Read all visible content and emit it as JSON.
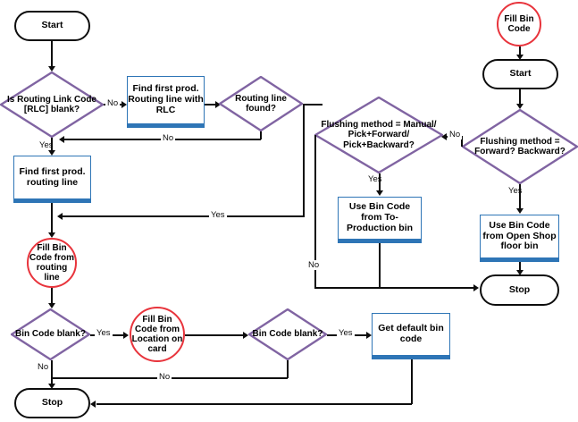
{
  "diagram": {
    "title": "Fill Bin Code flowchart",
    "colors": {
      "process_blue": "#2e75b6",
      "decision_purple": "#8064a2",
      "circle_red": "#e8343c",
      "terminator_black": "#0d0d0d",
      "connector_black": "#0d0d0d",
      "background": "#ffffff"
    }
  },
  "nodes": {
    "start_left": "Start",
    "is_rlc_blank": "Is Routing Link Code [RLC] blank?",
    "find_first_prod_routing_line_with_rlc": "Find first prod. Routing line with RLC",
    "routing_line_found": "Routing line found?",
    "find_first_prod_routing_line": "Find first prod. routing line",
    "fill_bin_code_from_routing_line": "Fill Bin Code from routing line",
    "bin_code_blank_1": "Bin Code blank?",
    "fill_bin_code_from_location_on_card": "Fill Bin Code from Location on card",
    "bin_code_blank_2": "Bin Code blank?",
    "get_default_bin_code": "Get default bin code",
    "stop_left": "Stop",
    "fill_bin_code": "Fill Bin Code",
    "start_right": "Start",
    "flushing_method_forward_backward": "Flushing method = Forward? Backward?",
    "flushing_method_manual": "Flushing method = Manual/ Pick+Forward/ Pick+Backward?",
    "use_bin_code_to_production": "Use Bin Code from To-Production bin",
    "use_bin_code_open_shop_floor": "Use Bin Code from Open Shop floor bin",
    "stop_right": "Stop"
  },
  "edge_labels": {
    "rlc_no": "No",
    "routing_found_no": "No",
    "routing_found_yes": "Yes",
    "rlc_yes": "Yes",
    "bin1_yes": "Yes",
    "bin1_no": "No",
    "bin2_yes": "Yes",
    "bin2_no": "No",
    "flush_fb_no": "No",
    "flush_fb_yes": "Yes",
    "flush_manual_yes": "Yes",
    "flush_manual_no": "No"
  }
}
